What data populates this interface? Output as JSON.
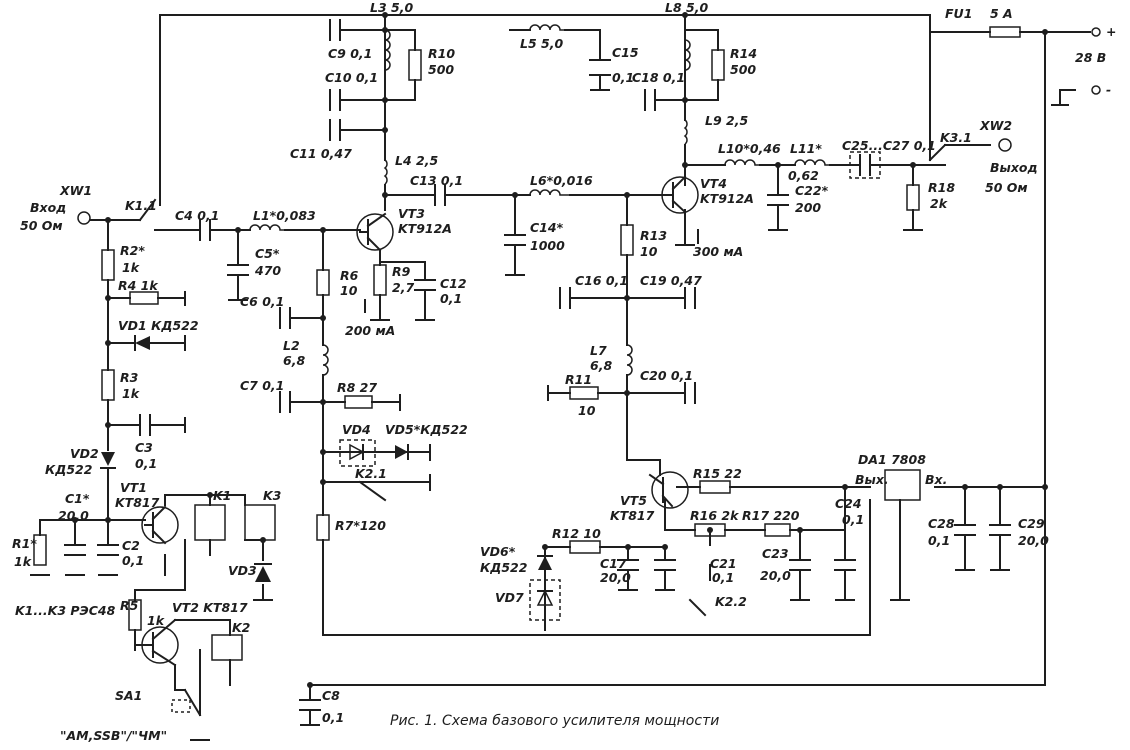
{
  "caption": "Рис. 1. Схема базового усилителя мощности",
  "connectors": {
    "xw1": "XW1",
    "input_label": "Вход",
    "input_impedance": "50 Ом",
    "xw2": "XW2",
    "output_label": "Выход",
    "output_impedance": "50 Ом",
    "supply_plus": "+",
    "supply_minus": "-",
    "supply_voltage": "28 В"
  },
  "relays": {
    "k11": "K1.1",
    "k31": "K3.1",
    "k21": "K2.1",
    "k22": "K2.2",
    "k1": "K1",
    "k2": "K2",
    "k3": "K3",
    "relay_type": "K1...K3 РЭС48"
  },
  "switch": {
    "name": "SA1",
    "modes": "\"AM,SSB\"/\"ЧМ\""
  },
  "fuse": {
    "name": "FU1",
    "value": "5 А"
  },
  "regulator": {
    "name": "DA1 7808",
    "out": "Вых.",
    "in": "Вх."
  },
  "inductors": {
    "L1": "L1*0,083",
    "L2": "L2",
    "L2v": "6,8",
    "L3": "L3 5,0",
    "L4": "L4 2,5",
    "L5": "L5 5,0",
    "L6": "L6*0,016",
    "L7": "L7",
    "L7v": "6,8",
    "L8": "L8 5,0",
    "L9": "L9 2,5",
    "L10": "L10*0,46",
    "L11": "L11*",
    "L11v": "0,62"
  },
  "capacitors": {
    "C1": "C1*",
    "C1v": "20,0",
    "C2": "C2",
    "C2v": "0,1",
    "C3": "C3",
    "C3v": "0,1",
    "C4": "C4 0,1",
    "C5": "C5*",
    "C5v": "470",
    "C6": "C6 0,1",
    "C7": "C7 0,1",
    "C8": "C8",
    "C8v": "0,1",
    "C9": "C9 0,1",
    "C10": "C10 0,1",
    "C11": "C11 0,47",
    "C12": "C12",
    "C12v": "0,1",
    "C13": "C13 0,1",
    "C14": "C14*",
    "C14v": "1000",
    "C15": "C15",
    "C15v": "0,1",
    "C16": "C16 0,1",
    "C17": "C17",
    "C17v": "20,0",
    "C18": "C18 0,1",
    "C19": "C19 0,47",
    "C20": "C20 0,1",
    "C21": "C21",
    "C21v": "0,1",
    "C22": "C22*",
    "C22v": "200",
    "C23": "C23",
    "C23v": "20,0",
    "C24": "C24",
    "C24v": "0,1",
    "C25": "C25...C27 0,1",
    "C28": "C28",
    "C28v": "0,1",
    "C29": "C29",
    "C29v": "20,0"
  },
  "resistors": {
    "R1": "R1*",
    "R1v": "1k",
    "R2": "R2*",
    "R2v": "1k",
    "R3": "R3",
    "R3v": "1k",
    "R4": "R4 1k",
    "R5": "R5",
    "R5v": "1k",
    "R6": "R6",
    "R6v": "10",
    "R7": "R7*120",
    "R8": "R8 27",
    "R9": "R9",
    "R9v": "2,7",
    "R10": "R10",
    "R10v": "500",
    "R11": "R11",
    "R11v": "10",
    "R12": "R12 10",
    "R13": "R13",
    "R13v": "10",
    "R14": "R14",
    "R14v": "500",
    "R15": "R15 22",
    "R16": "R16 2k",
    "R17": "R17 220",
    "R18": "R18",
    "R18v": "2k"
  },
  "semis": {
    "VD1": "VD1 КД522",
    "VD2": "VD2",
    "VD2t": "КД522",
    "VD3": "VD3",
    "VD4": "VD4",
    "VD5": "VD5*КД522",
    "VD6": "VD6*",
    "VD6t": "КД522",
    "VD7": "VD7",
    "VT1": "VT1",
    "VT1t": "KT817",
    "VT2": "VT2 KT817",
    "VT3": "VT3",
    "VT3t": "KT912A",
    "VT4": "VT4",
    "VT4t": "KT912A",
    "VT5": "VT5",
    "VT5t": "KT817"
  },
  "currents": {
    "vt3": "200 мА",
    "vt4": "300 мА"
  }
}
